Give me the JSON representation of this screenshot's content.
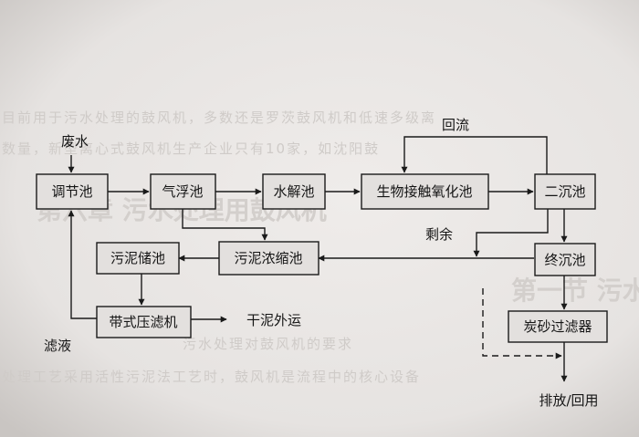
{
  "diagram": {
    "nodes": {
      "tiaojie": "调节池",
      "qifu": "气浮池",
      "shuijie": "水解池",
      "shengwu": "生物接触氧化池",
      "erchen": "二沉池",
      "wuni_chu": "污泥储池",
      "wuni_nong": "污泥浓缩池",
      "zhongchen": "终沉池",
      "daishi": "带式压滤机",
      "tansha": "炭砂过滤器"
    },
    "labels": {
      "feishui": "废水",
      "huiliu": "回流",
      "shengyu": "剩余",
      "lvye": "滤液",
      "gannie": "干泥外运",
      "paifang": "排放/回用"
    }
  },
  "background_text": {
    "line1": "目前用于污水处理的鼓风机，多数还是罗茨鼓风机和低速多级离",
    "line2": "数量，新型离心式鼓风机生产企业只有10家，如沈阳鼓",
    "line3": "第六章   污水处理用鼓风机",
    "line4": "第一节   污水处理用风机基本情况",
    "line5": "污水处理对鼓风机的要求",
    "line6": "处理工艺采用活性污泥法工艺时，鼓风机是流程中的核心设备"
  }
}
